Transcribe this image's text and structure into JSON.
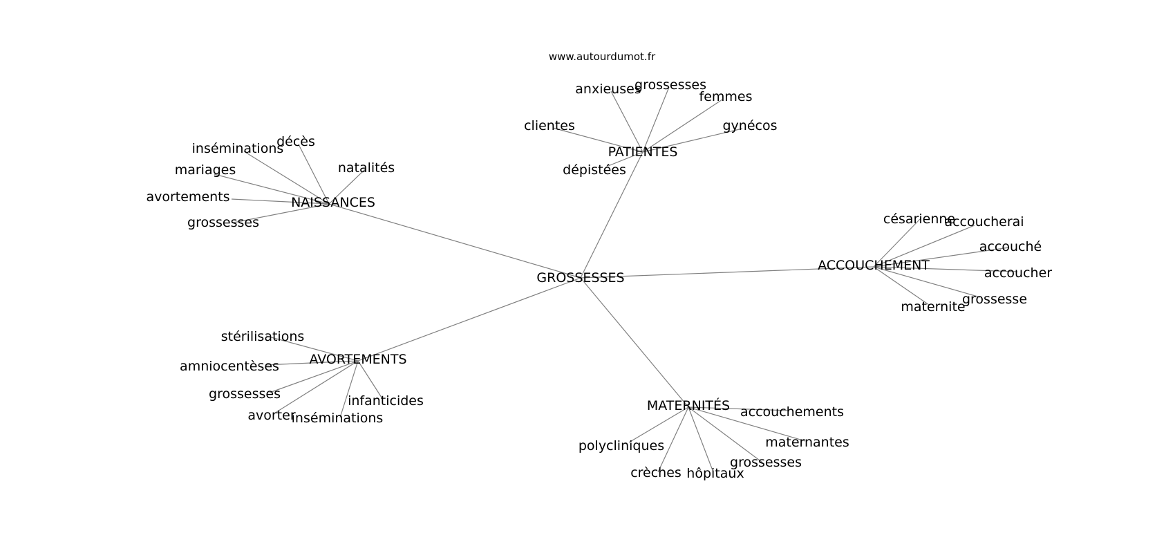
{
  "source": "www.autourdumot.fr",
  "root": {
    "id": "root",
    "label": "GROSSESSES"
  },
  "hubs": [
    {
      "id": "patientes",
      "label": "PATIENTES",
      "leaves": [
        "anxieuses",
        "grossesses",
        "femmes",
        "gynécos",
        "clientes",
        "dépistées"
      ]
    },
    {
      "id": "naissances",
      "label": "NAISSANCES",
      "leaves": [
        "inséminations",
        "décès",
        "natalités",
        "mariages",
        "avortements",
        "grossesses"
      ]
    },
    {
      "id": "accouchement",
      "label": "ACCOUCHEMENT",
      "leaves": [
        "césarienne",
        "accoucherai",
        "accouché",
        "accoucher",
        "grossesse",
        "maternite"
      ]
    },
    {
      "id": "avortements",
      "label": "AVORTEMENTS",
      "leaves": [
        "stérilisations",
        "amniocentèses",
        "grossesses",
        "avorter",
        "inséminations",
        "infanticides"
      ]
    },
    {
      "id": "maternites",
      "label": "MATERNITÉS",
      "leaves": [
        "accouchements",
        "maternantes",
        "grossesses",
        "hôpitaux",
        "crèches",
        "polycliniques"
      ]
    }
  ]
}
